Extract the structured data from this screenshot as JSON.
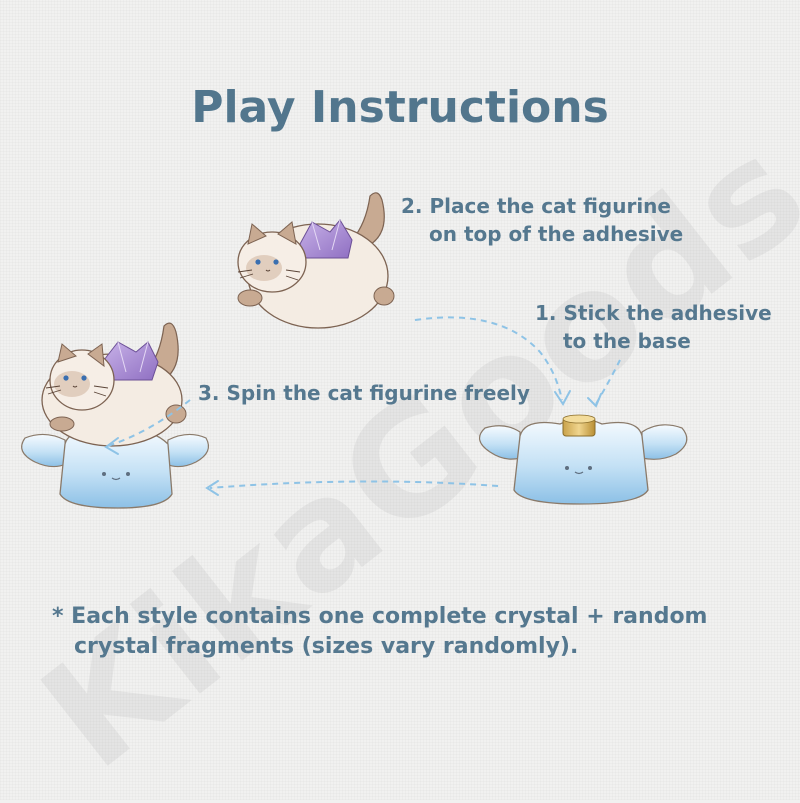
{
  "title": "Play Instructions",
  "steps": {
    "step1": {
      "line1": "1. Stick the adhesive",
      "line2": "to the base"
    },
    "step2": {
      "line1": "2. Place the cat figurine",
      "line2": "on top of the adhesive"
    },
    "step3": {
      "line1": "3. Spin the cat figurine freely"
    }
  },
  "note": {
    "line1": "* Each style contains one complete crystal + random",
    "line2": "crystal fragments (sizes vary randomly)."
  },
  "watermark": "KikaGoods",
  "colors": {
    "text": "#55788f",
    "background": "#f1f1f0",
    "arrow": "#8ec3e6",
    "base_blue": "#a9d1ee",
    "crystal": "#a98bd0",
    "cat_body": "#f3ece3",
    "cat_points": "#b79b86"
  }
}
